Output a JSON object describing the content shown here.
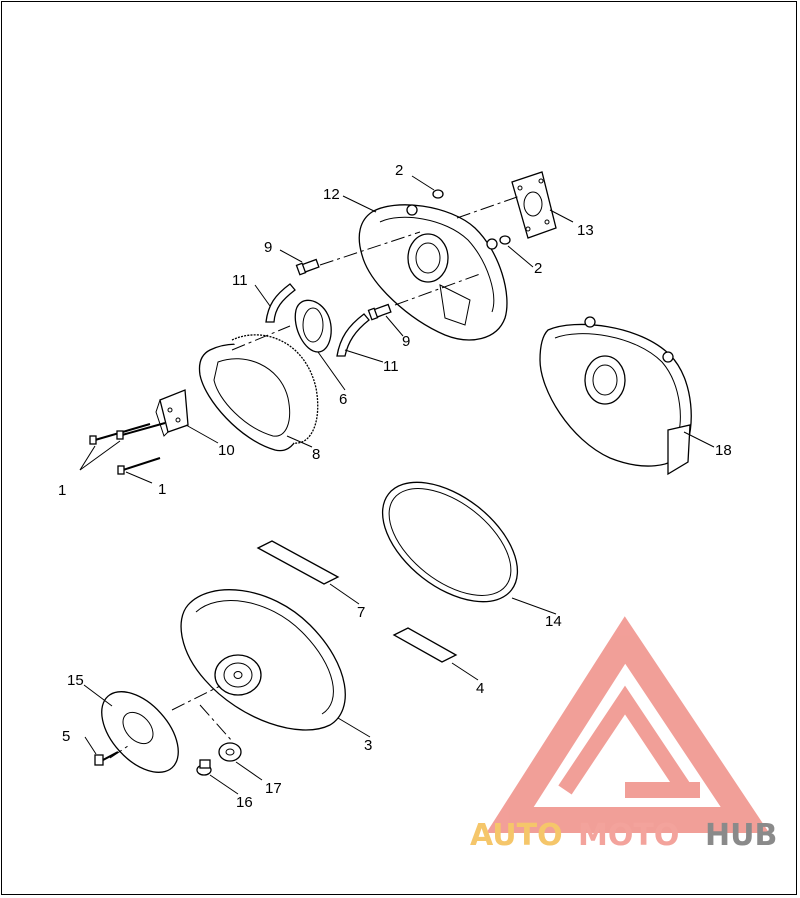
{
  "callouts": {
    "c1a": "1",
    "c1b": "1",
    "c2a": "2",
    "c2b": "2",
    "c3": "3",
    "c4": "4",
    "c5": "5",
    "c6": "6",
    "c7": "7",
    "c8": "8",
    "c9a": "9",
    "c9b": "9",
    "c10": "10",
    "c11a": "11",
    "c11b": "11",
    "c12": "12",
    "c13": "13",
    "c14": "14",
    "c15": "15",
    "c16": "16",
    "c17": "17",
    "c18": "18"
  },
  "watermark": {
    "auto": "AUTO",
    "moto": "MOTO",
    "hub": "HUB",
    "color_auto": "#f5c66a",
    "color_moto": "#f3a39c",
    "color_hub": "#8a8a8a",
    "logo_color": "#f19a93"
  }
}
